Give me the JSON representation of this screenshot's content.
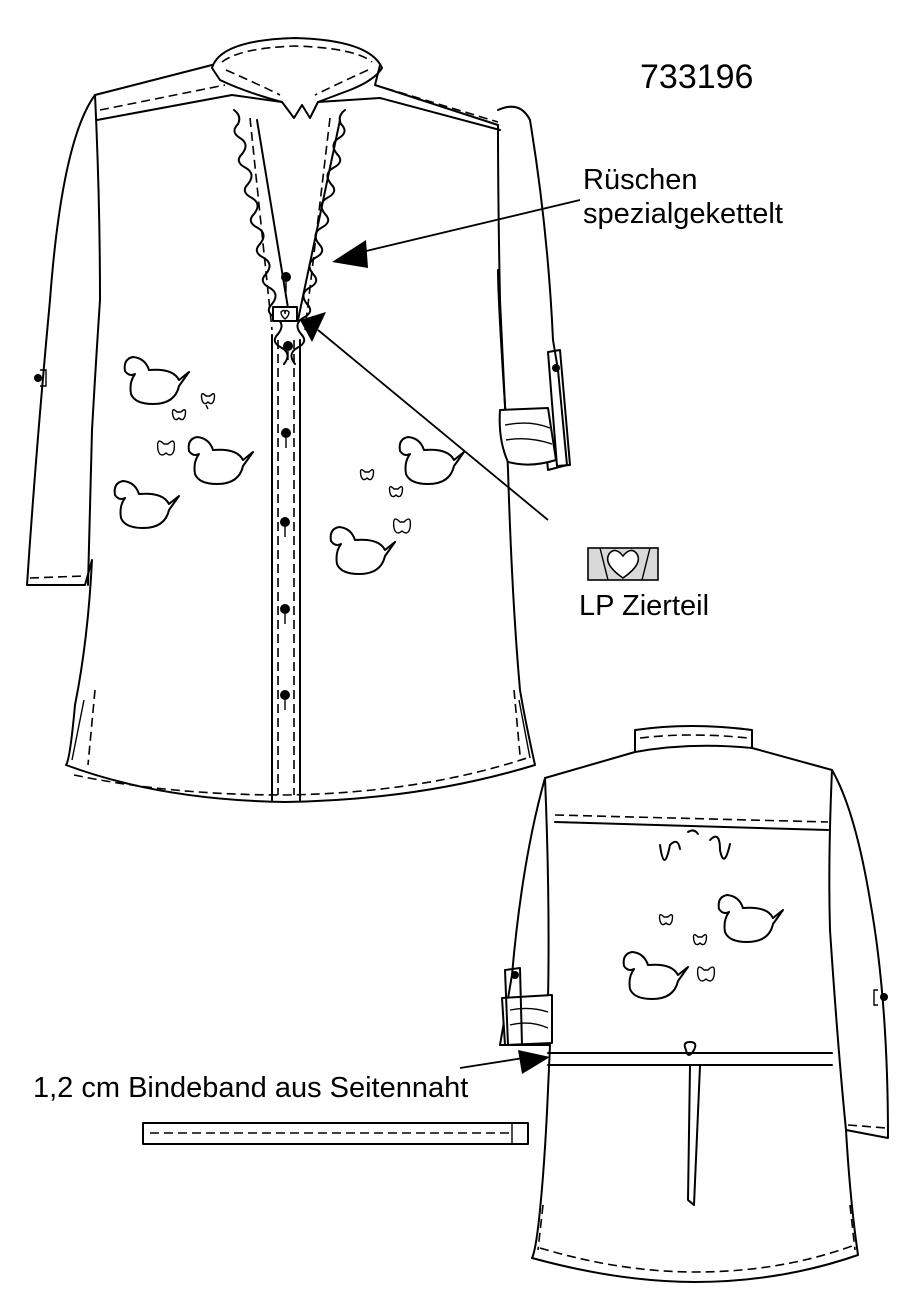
{
  "style_number": "733196",
  "annotations": {
    "ruffle_line1": "Rüschen",
    "ruffle_line2": "spezialgekettelt",
    "ornament": "LP Zierteil",
    "tie_band": "1,2 cm Bindeband aus Seitennaht"
  },
  "colors": {
    "line": "#000000",
    "ornament_fill": "#d9d9d9"
  },
  "views": [
    "front",
    "back"
  ]
}
